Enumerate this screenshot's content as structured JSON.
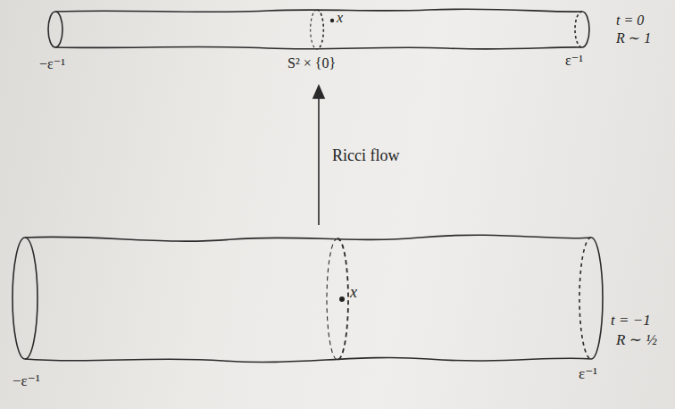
{
  "diagram": {
    "labels": [
      "x",
      "S² × {0}",
      "−ε⁻¹",
      "ε⁻¹",
      "t = 0",
      "R ∼ 1",
      "Ricci flow",
      "x",
      "−ε⁻¹",
      "ε⁻¹",
      "t = −1",
      "R ∼ ½"
    ]
  }
}
